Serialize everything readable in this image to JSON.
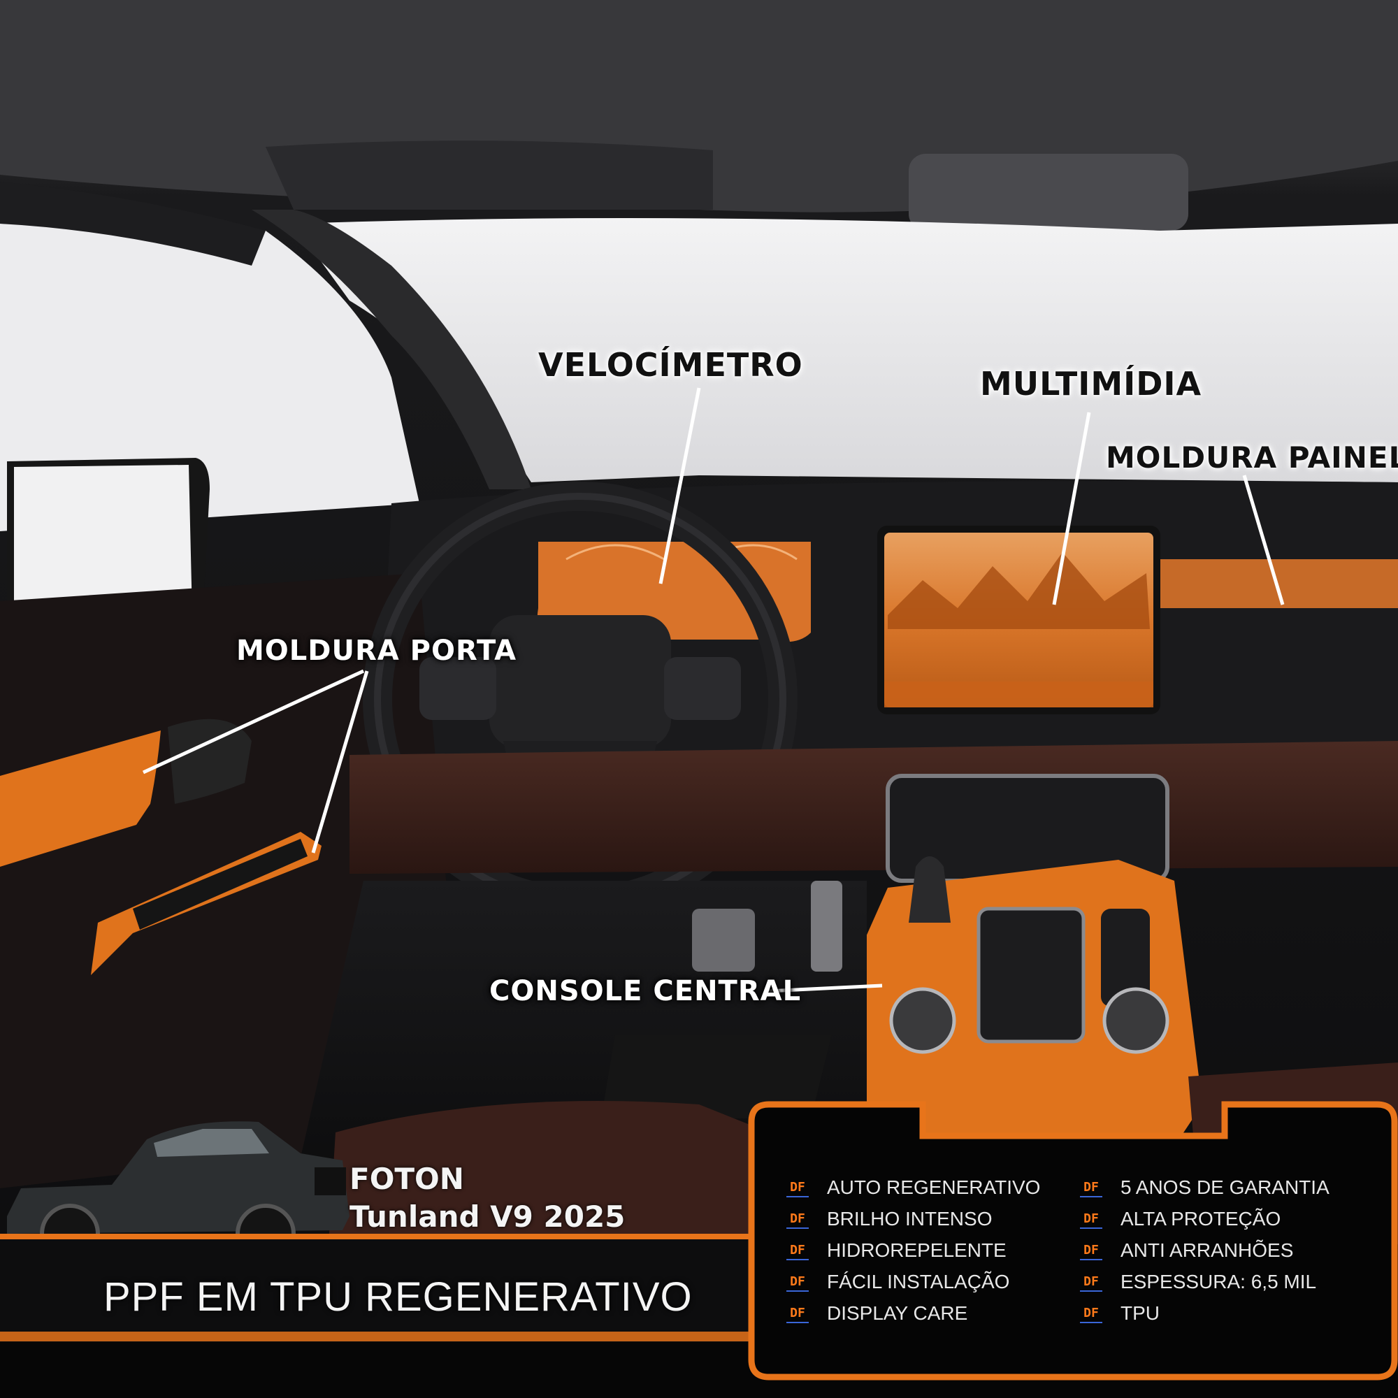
{
  "accent_color": "#e8741a",
  "callouts": {
    "velocimetro": "VELOCÍMETRO",
    "multimidia": "MULTIMÍDIA",
    "moldura_painel": "MOLDURA PAINEL",
    "moldura_porta": "MOLDURA PORTA",
    "console_central": "CONSOLE CENTRAL"
  },
  "product": {
    "brand": "FOTON",
    "model": "Tunland V9 2025",
    "banner_title": "PPF EM TPU REGENERATIVO"
  },
  "features": {
    "left": [
      "AUTO REGENERATIVO",
      "BRILHO INTENSO",
      "HIDROREPELENTE",
      "FÁCIL INSTALAÇÃO",
      "DISPLAY CARE"
    ],
    "right": [
      "5 ANOS DE GARANTIA",
      "ALTA PROTEÇÃO",
      "ANTI ARRANHÕES",
      "ESPESSURA: 6,5 MIL",
      "TPU"
    ],
    "bullet_icon": "df-logo-icon"
  }
}
